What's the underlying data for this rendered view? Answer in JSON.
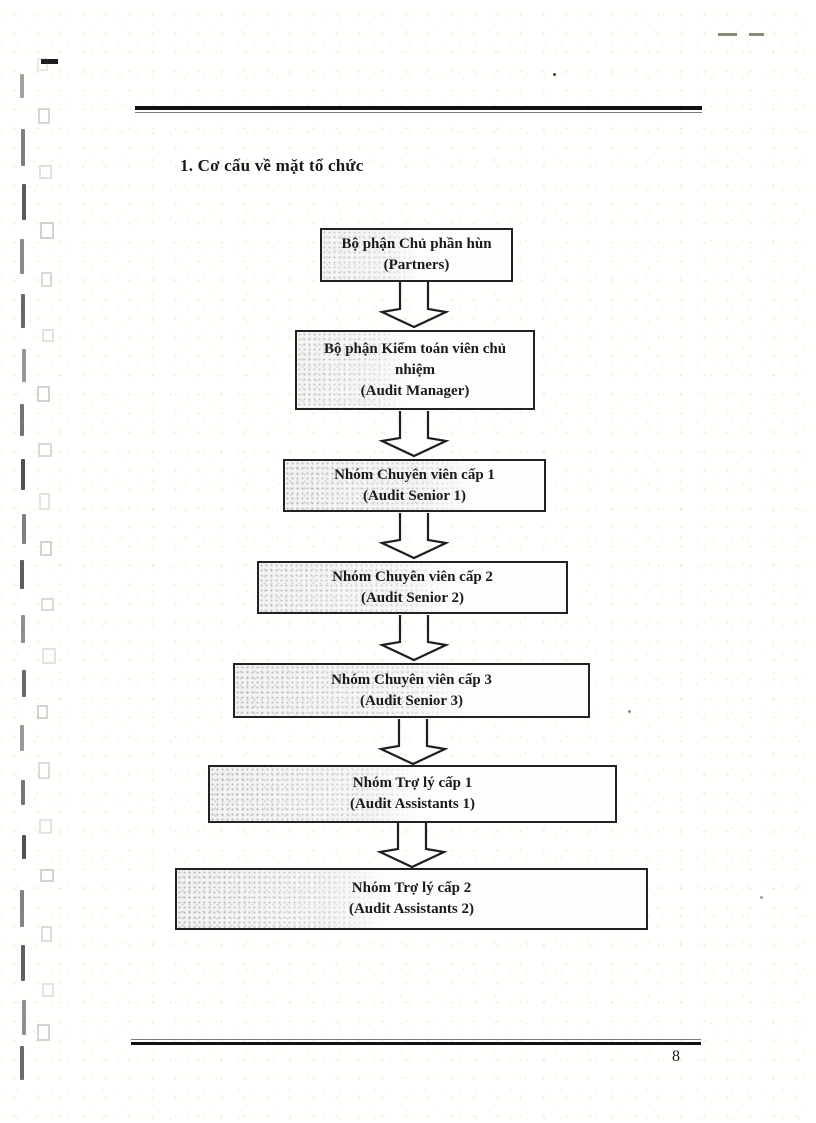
{
  "heading": "1. Cơ cấu về mặt tổ chức",
  "page": {
    "number": "8"
  },
  "colors": {
    "ink": "#1a1a1a",
    "rule": "#111111",
    "scan_shading": "#9e9e9e"
  },
  "chart": {
    "type": "org-flow",
    "direction": "top-down",
    "nodes": [
      {
        "id": "partners",
        "title": "Bộ phận Chủ phần hùn",
        "subtitle": "(Partners)"
      },
      {
        "id": "audit-manager",
        "title": "Bộ phận Kiểm toán viên chủ nhiệm",
        "subtitle": "(Audit Manager)"
      },
      {
        "id": "audit-senior-1",
        "title": "Nhóm Chuyên viên cấp 1",
        "subtitle": "(Audit Senior 1)"
      },
      {
        "id": "audit-senior-2",
        "title": "Nhóm Chuyên viên cấp 2",
        "subtitle": "(Audit Senior 2)"
      },
      {
        "id": "audit-senior-3",
        "title": "Nhóm Chuyên viên cấp 3",
        "subtitle": "(Audit Senior 3)"
      },
      {
        "id": "audit-assistants-1",
        "title": "Nhóm Trợ lý cấp 1",
        "subtitle": "(Audit Assistants 1)"
      },
      {
        "id": "audit-assistants-2",
        "title": "Nhóm Trợ lý cấp 2",
        "subtitle": "(Audit Assistants 2)"
      }
    ]
  }
}
